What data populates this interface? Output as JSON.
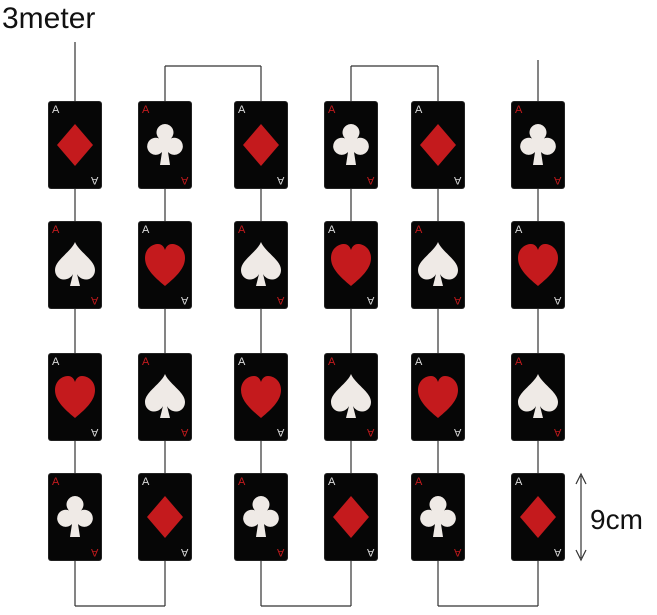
{
  "length_label": "3meter",
  "size_label": "9cm",
  "card_rank": "A",
  "colors": {
    "card_bg": "#060606",
    "red": "#c41a1d",
    "white": "#efeae6",
    "wire": "#333333"
  },
  "columns": [
    [
      "diamond",
      "spade",
      "heart",
      "club"
    ],
    [
      "club",
      "heart",
      "spade",
      "diamond"
    ],
    [
      "diamond",
      "spade",
      "heart",
      "club"
    ],
    [
      "club",
      "heart",
      "spade",
      "diamond"
    ],
    [
      "diamond",
      "spade",
      "heart",
      "club"
    ],
    [
      "club",
      "heart",
      "spade",
      "diamond"
    ]
  ],
  "suit_colors": {
    "diamond": "red",
    "heart": "red",
    "spade": "white",
    "club": "white"
  }
}
